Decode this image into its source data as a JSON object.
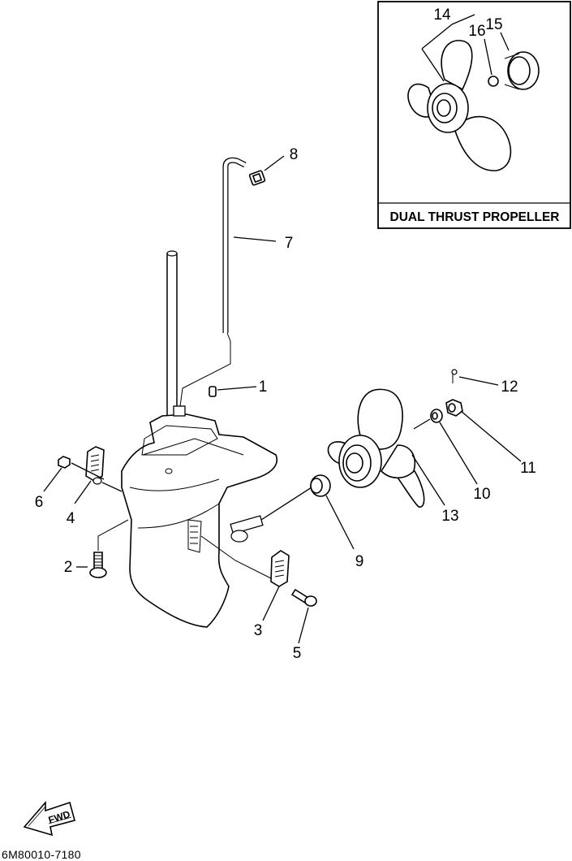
{
  "inset": {
    "caption": "DUAL THRUST PROPELLER",
    "callouts": [
      "14",
      "15",
      "16"
    ]
  },
  "callouts": {
    "c1": "1",
    "c2": "2",
    "c3": "3",
    "c4": "4",
    "c5": "5",
    "c6": "6",
    "c7": "7",
    "c8": "8",
    "c9": "9",
    "c10": "10",
    "c11": "11",
    "c12": "12",
    "c13": "13"
  },
  "fwd_label": "FWD",
  "part_code": "6M80010-7180",
  "colors": {
    "ink": "#000000",
    "paper": "#ffffff"
  }
}
